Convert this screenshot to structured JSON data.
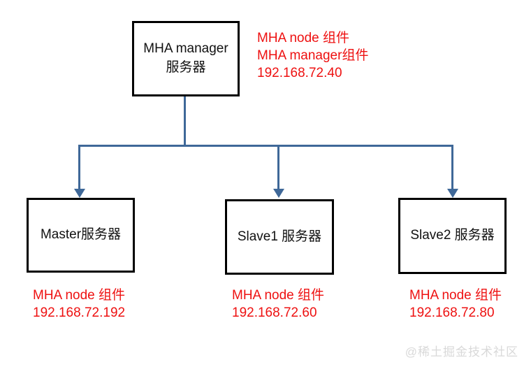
{
  "nodes": {
    "manager": {
      "line1": "MHA manager",
      "line2": "服务器"
    },
    "master": {
      "label": "Master服务器"
    },
    "slave1": {
      "label": "Slave1 服务器"
    },
    "slave2": {
      "label": "Slave2 服务器"
    }
  },
  "annotations": {
    "manager": {
      "lines": [
        "MHA node 组件",
        "MHA manager组件",
        "192.168.72.40"
      ]
    },
    "master": {
      "lines": [
        "MHA node 组件",
        "192.168.72.192"
      ]
    },
    "slave1": {
      "lines": [
        "MHA node 组件",
        "192.168.72.60"
      ]
    },
    "slave2": {
      "lines": [
        "MHA node 组件",
        "192.168.72.80"
      ]
    }
  },
  "edges": [
    {
      "from": "manager",
      "to": "master",
      "style": "arrow"
    },
    {
      "from": "manager",
      "to": "slave1",
      "style": "arrow"
    },
    {
      "from": "manager",
      "to": "slave2",
      "style": "arrow"
    }
  ],
  "watermark": "@稀土掘金技术社区",
  "colors": {
    "line-blue": "#3f6898",
    "annotation-red": "#ee1111",
    "box-border": "#000000",
    "watermark-gray": "#d9d9d9",
    "background": "#ffffff"
  }
}
